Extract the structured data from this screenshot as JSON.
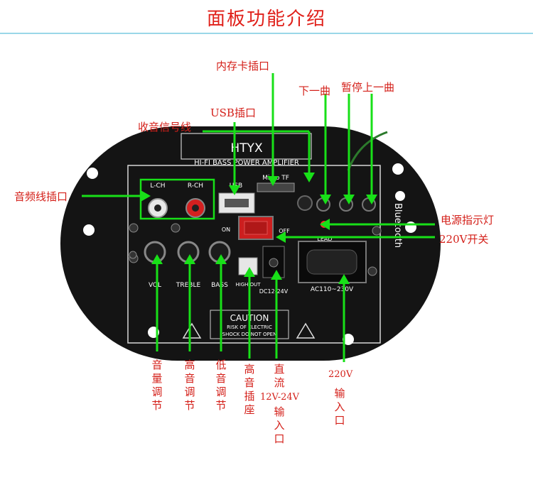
{
  "header": {
    "title": "面板功能介绍"
  },
  "panel": {
    "brand": "HTYX",
    "subtitle": "HI-FI  BASS POWER AMPLIFIER",
    "lch": "L-CH",
    "rch": "R-CH",
    "usb": "USB",
    "microtf": "Micro TF",
    "on": "ON",
    "off": "OFF",
    "lead": "LEAD",
    "vol": "VOL",
    "treble": "TREBLE",
    "bass": "BASS",
    "highout": "HIGH OUT",
    "dc": "DC12-24V",
    "ac": "AC110~230V",
    "bluetooth": "Bluetooth",
    "caution_title": "CAUTION",
    "caution_line1": "RISK OF ELECTRIC",
    "caution_line2": "SHOCK DO NOT OPEN"
  },
  "labels": {
    "memory_card": "内存卡插口",
    "usb_port": "USB插口",
    "radio_wire": "收音信号线",
    "prev": "下一曲",
    "pause_prev": "暂停上一曲",
    "audio_jack": "音频线插口",
    "power_led": "电源指示灯",
    "switch_220": "220V开关",
    "volume": "音量调节",
    "treble": "高音调节",
    "bass": "低音调节",
    "treble_socket": "高音插座",
    "dc_in": "直流",
    "dc_range": "12V-24V",
    "dc_input": "输入口",
    "ac_220": "220V",
    "ac_input": "输入口"
  },
  "colors": {
    "label_red": "#d4201a",
    "arrow_green": "#18e018",
    "panel_black": "#141414"
  }
}
